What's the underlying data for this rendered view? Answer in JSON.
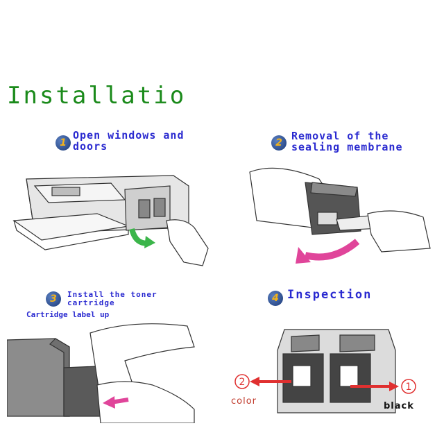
{
  "title": "Installatio",
  "steps": [
    {
      "number": "1",
      "text_line1": "Open windows and",
      "text_line2": "doors"
    },
    {
      "number": "2",
      "text_line1": "Removal of the",
      "text_line2": "sealing membrane"
    },
    {
      "number": "3",
      "text_line1": "Install the toner",
      "text_line2": "cartridge",
      "note": "Cartridge label up"
    },
    {
      "number": "4",
      "text_line1": "Inspection"
    }
  ],
  "inspection_labels": {
    "left_number": "2",
    "left_word": "color",
    "right_number": "1",
    "right_word": "black"
  },
  "colors": {
    "title": "#1a8a1a",
    "step_text": "#2a2ad0",
    "arrow_green": "#3bb54a",
    "arrow_magenta": "#e0459a",
    "arrow_red": "#e03030"
  }
}
